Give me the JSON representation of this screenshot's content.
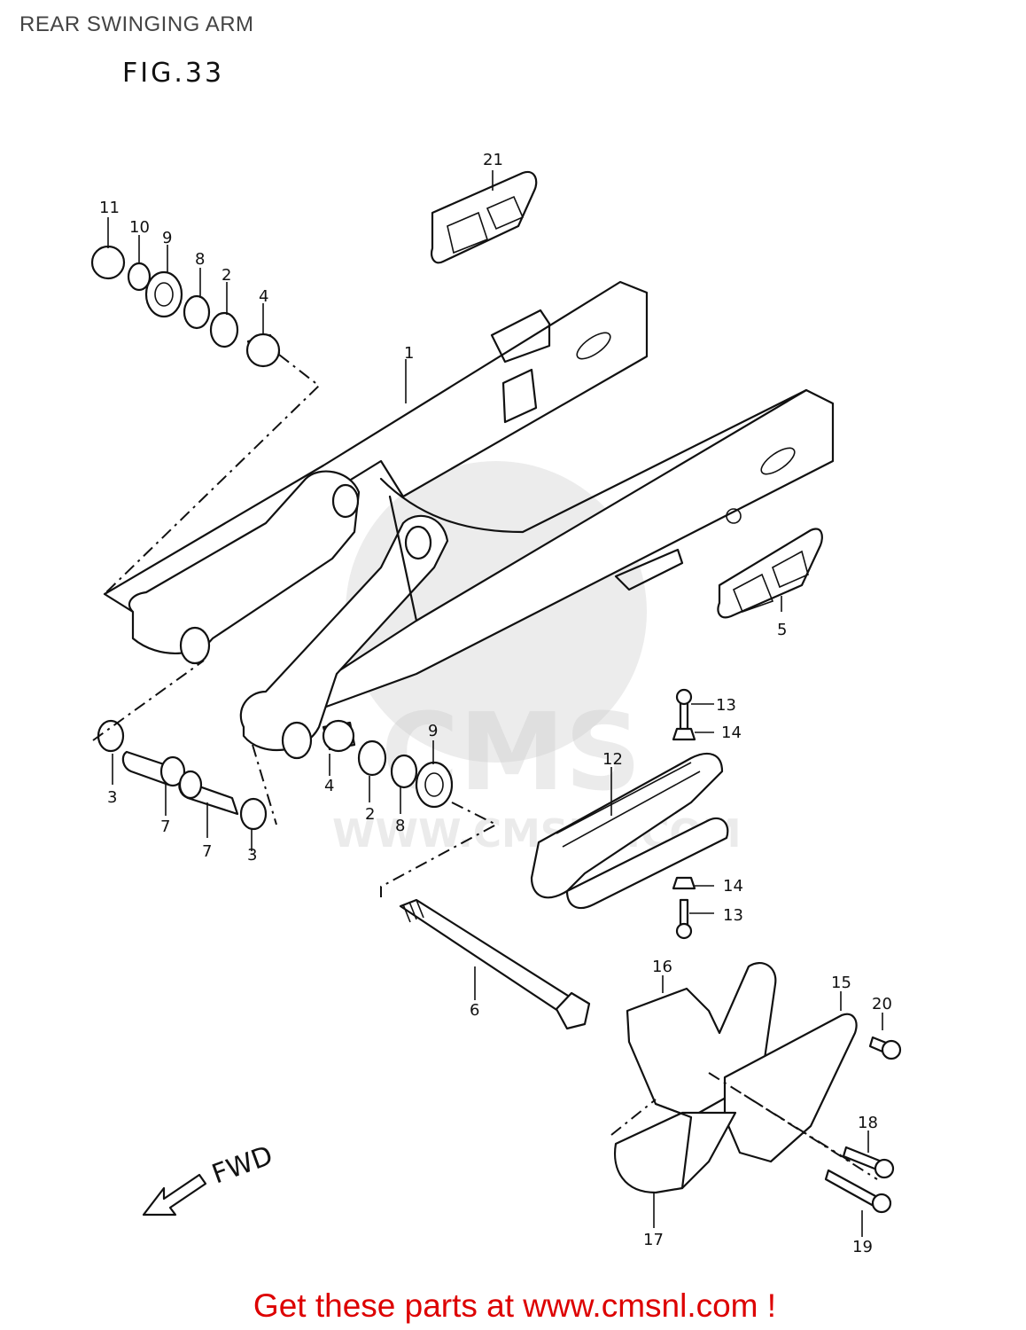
{
  "header": {
    "title": "REAR SWINGING ARM"
  },
  "figure": {
    "label": "FIG.33",
    "direction_label": "FWD"
  },
  "watermark": {
    "brand": "CMS",
    "url_text": "WWW.CMSNL.COM"
  },
  "parts": [
    {
      "id": "p1",
      "number": "1"
    },
    {
      "id": "p2a",
      "number": "2"
    },
    {
      "id": "p2b",
      "number": "2"
    },
    {
      "id": "p3a",
      "number": "3"
    },
    {
      "id": "p3b",
      "number": "3"
    },
    {
      "id": "p4a",
      "number": "4"
    },
    {
      "id": "p4b",
      "number": "4"
    },
    {
      "id": "p5",
      "number": "5"
    },
    {
      "id": "p6",
      "number": "6"
    },
    {
      "id": "p7a",
      "number": "7"
    },
    {
      "id": "p7b",
      "number": "7"
    },
    {
      "id": "p8a",
      "number": "8"
    },
    {
      "id": "p8b",
      "number": "8"
    },
    {
      "id": "p9a",
      "number": "9"
    },
    {
      "id": "p9b",
      "number": "9"
    },
    {
      "id": "p10",
      "number": "10"
    },
    {
      "id": "p11",
      "number": "11"
    },
    {
      "id": "p12",
      "number": "12"
    },
    {
      "id": "p13a",
      "number": "13"
    },
    {
      "id": "p13b",
      "number": "13"
    },
    {
      "id": "p14a",
      "number": "14"
    },
    {
      "id": "p14b",
      "number": "14"
    },
    {
      "id": "p15",
      "number": "15"
    },
    {
      "id": "p16",
      "number": "16"
    },
    {
      "id": "p17",
      "number": "17"
    },
    {
      "id": "p18",
      "number": "18"
    },
    {
      "id": "p19",
      "number": "19"
    },
    {
      "id": "p20",
      "number": "20"
    },
    {
      "id": "p21",
      "number": "21"
    }
  ],
  "footer": {
    "text": "Get these parts at www.cmsnl.com !",
    "color": "#dd0000"
  }
}
